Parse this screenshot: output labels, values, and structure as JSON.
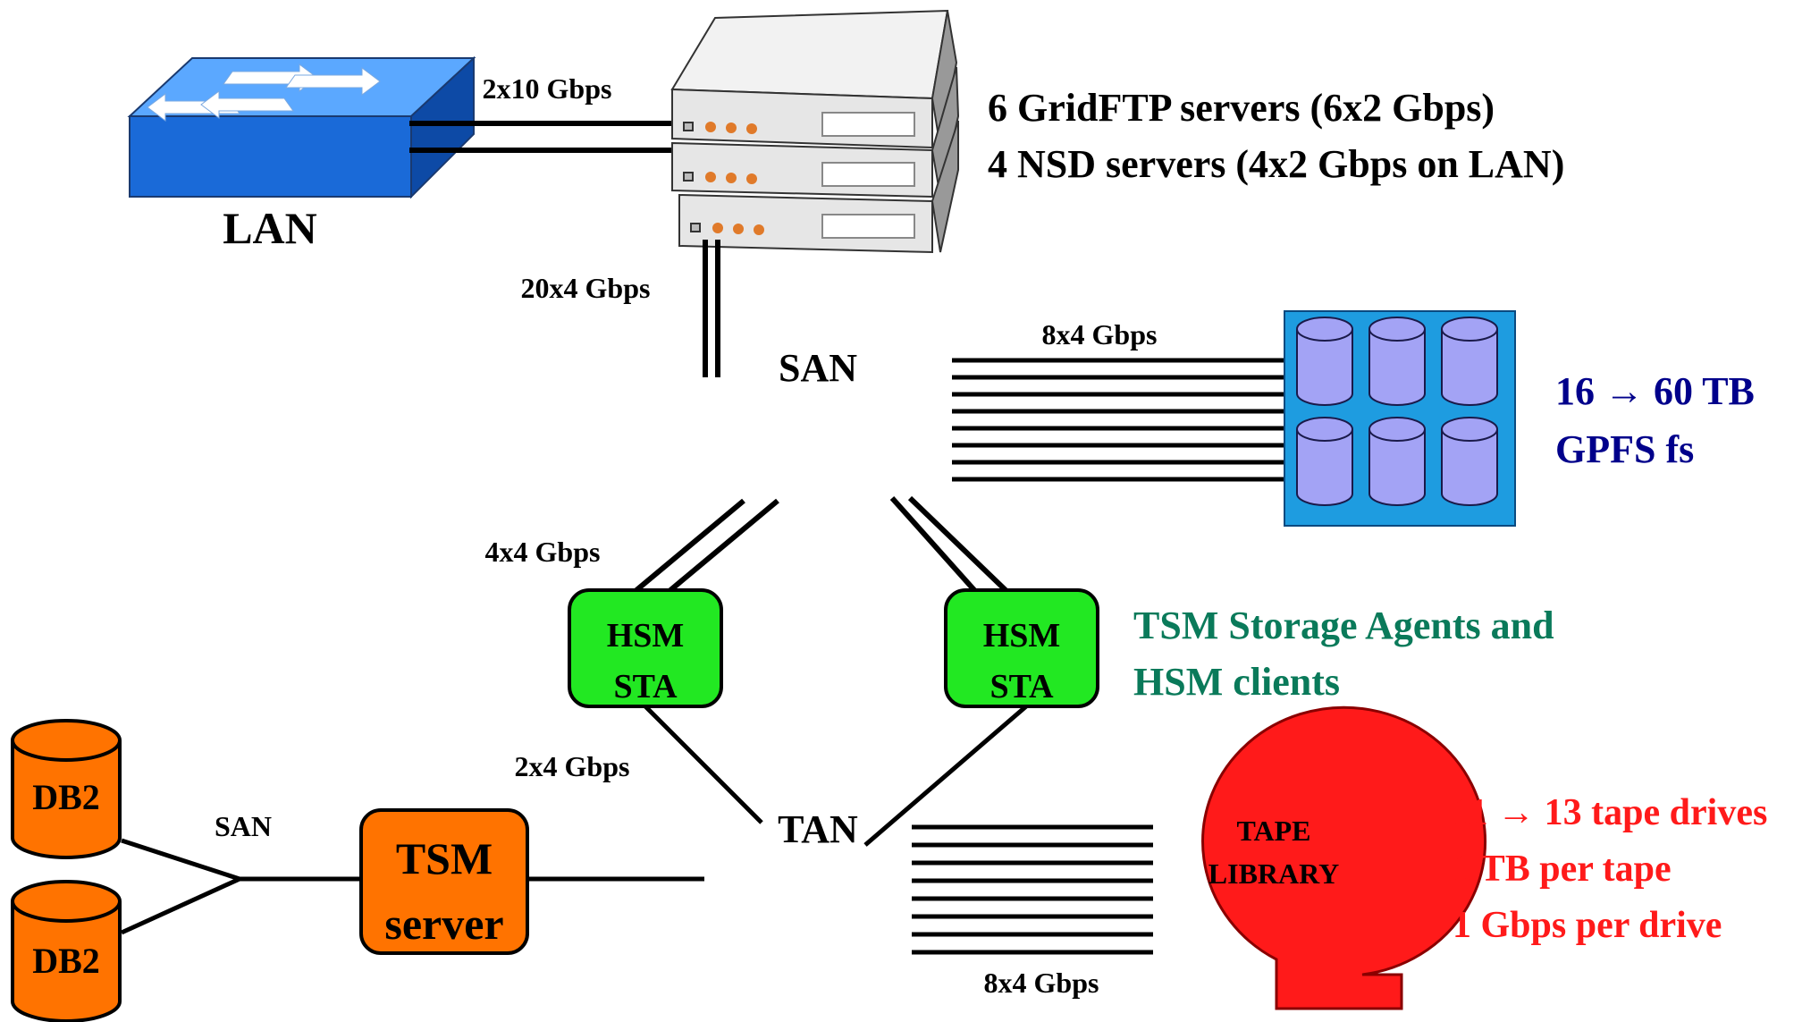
{
  "lan": {
    "label": "LAN"
  },
  "links": {
    "lan_to_servers": "2x10 Gbps",
    "servers_to_san": "20x4 Gbps",
    "san_to_storage": "8x4 Gbps",
    "san_to_hsm": "4x4 Gbps",
    "hsm_to_tan": "2x4 Gbps",
    "tan_to_tape": "8x4 Gbps",
    "db_san": "SAN"
  },
  "servers": {
    "line1": "6 GridFTP servers (6x2 Gbps)",
    "line2": "4 NSD servers (4x2 Gbps on LAN)"
  },
  "san": {
    "label": "SAN"
  },
  "tan": {
    "label": "TAN"
  },
  "storage": {
    "line1": "16 → 60 TB",
    "line2": "GPFS fs",
    "color": "#00008b"
  },
  "hsm": [
    {
      "line1": "HSM",
      "line2": "STA"
    },
    {
      "line1": "HSM",
      "line2": "STA"
    }
  ],
  "agents": {
    "line1": "TSM Storage Agents and",
    "line2": "HSM clients",
    "color": "#0a7a5a"
  },
  "tsm_server": {
    "line1": "TSM",
    "line2": "server"
  },
  "db": [
    {
      "label": "DB2"
    },
    {
      "label": "DB2"
    }
  ],
  "tape_library": {
    "line1": "TAPE",
    "line2": "LIBRARY",
    "drives": "11 → 13 tape drives",
    "per_tape": "1 TB per tape",
    "per_drive": "1 Gbps per drive",
    "color": "#ff1a1a"
  },
  "colors": {
    "switch_blue": "#2a7fe0",
    "storage_blue": "#1e9ce0",
    "disk_lilac": "#a3a3f5",
    "hsm_green": "#22e822",
    "tsm_orange": "#ff7300"
  }
}
